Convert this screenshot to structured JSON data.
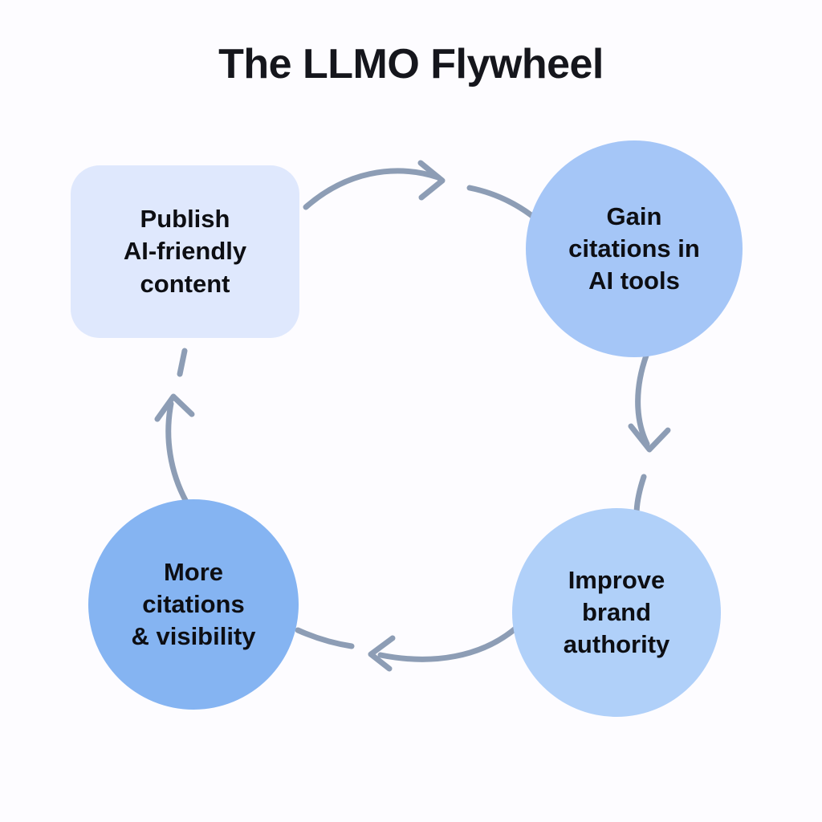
{
  "title": "The LLMO Flywheel",
  "colors": {
    "background": "#fdfcff",
    "title_text": "#15161c",
    "node_text": "#0d0e13",
    "arrow_stroke": "#8d9db5",
    "node_publish_fill": "#dfe8fd",
    "node_gain_fill": "#a5c6f7",
    "node_authority_fill": "#b0d0f9",
    "node_visibility_fill": "#85b4f2"
  },
  "chart_data": {
    "type": "diagram",
    "subtype": "cycle-flywheel",
    "title": "The LLMO Flywheel",
    "direction": "clockwise",
    "node_count": 4,
    "nodes": [
      {
        "id": "publish",
        "shape": "rounded-rect",
        "position": "top-left",
        "label": "Publish\nAI-friendly\ncontent",
        "lines": [
          "Publish",
          "AI-friendly",
          "content"
        ],
        "fill": "#dfe8fd"
      },
      {
        "id": "gain",
        "shape": "circle",
        "position": "top-right",
        "label": "Gain\ncitations in\nAI tools",
        "lines": [
          "Gain",
          "citations in",
          "AI tools"
        ],
        "fill": "#a5c6f7"
      },
      {
        "id": "authority",
        "shape": "circle",
        "position": "bottom-right",
        "label": "Improve\nbrand\nauthority",
        "lines": [
          "Improve",
          "brand",
          "authority"
        ],
        "fill": "#b0d0f9"
      },
      {
        "id": "visibility",
        "shape": "circle",
        "position": "bottom-left",
        "label": "More\ncitations\n& visibility",
        "lines": [
          "More",
          "citations",
          "& visibility"
        ],
        "fill": "#85b4f2"
      }
    ],
    "edges": [
      {
        "id": "publish-to-gain",
        "from": "publish",
        "to": "gain",
        "direction": "right",
        "style": "curved-arrow"
      },
      {
        "id": "gain-to-authority",
        "from": "gain",
        "to": "authority",
        "direction": "down",
        "style": "curved-arrow"
      },
      {
        "id": "authority-to-visibility",
        "from": "authority",
        "to": "visibility",
        "direction": "left",
        "style": "curved-arrow"
      },
      {
        "id": "visibility-to-publish",
        "from": "visibility",
        "to": "publish",
        "direction": "up",
        "style": "curved-arrow"
      }
    ]
  }
}
